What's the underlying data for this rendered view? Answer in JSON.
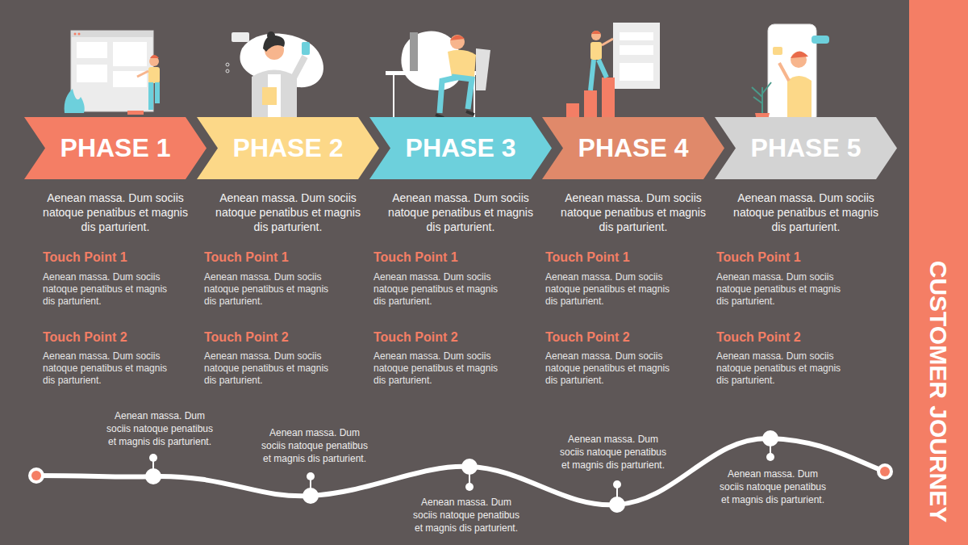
{
  "diagram": {
    "title": "CUSTOMER JOURNEY",
    "nodes": [
      {
        "text": [
          "PHASE 1"
        ]
      },
      {
        "text": [
          "PHASE 2"
        ]
      },
      {
        "text": [
          "PHASE 3"
        ]
      },
      {
        "text": [
          "PHASE 4"
        ]
      },
      {
        "text": [
          "PHASE 5"
        ]
      }
    ],
    "labels": [
      "Aenean massa. Dum sociis natoque penatibus et magnis dis parturient.",
      "Touch Point 1",
      "Aenean massa. Dum sociis natoque penatibus et magnis dis parturient.",
      "Touch Point 2",
      "Aenean massa. Dum sociis natoque penatibus et magnis dis parturient.",
      "Aenean massa. Dum sociis natoque penatibus et magnis dis parturient.",
      "Touch Point 1",
      "Aenean massa. Dum sociis natoque penatibus et magnis dis parturient.",
      "Touch Point 2",
      "Aenean massa. Dum sociis natoque penatibus et magnis dis parturient.",
      "Aenean massa. Dum sociis natoque penatibus et magnis dis parturient.",
      "Touch Point 1",
      "Aenean massa. Dum sociis natoque penatibus et magnis dis parturient.",
      "Touch Point 2",
      "Aenean massa. Dum sociis natoque penatibus et magnis dis parturient.",
      "Aenean massa. Dum sociis natoque penatibus et magnis dis parturient.",
      "Touch Point 1",
      "Aenean massa. Dum sociis natoque penatibus et magnis dis parturient.",
      "Touch Point 2",
      "Aenean massa. Dum sociis natoque penatibus et magnis dis parturient.",
      "Aenean massa. Dum sociis natoque penatibus et magnis dis parturient.",
      "Touch Point 1",
      "Aenean massa. Dum sociis natoque penatibus et magnis dis parturient.",
      "Touch Point 2",
      "Aenean massa. Dum sociis natoque penatibus et magnis dis parturient.",
      "Aenean massa. Dum sociis natoque penatibus et magnis dis parturient.",
      "Aenean massa. Dum sociis natoque penatibus et magnis dis parturient.",
      "Aenean massa. Dum sociis natoque penatibus et magnis dis parturient.",
      "Aenean massa. Dum sociis natoque penatibus et magnis dis parturient.",
      "Aenean massa. Dum sociis natoque penatibus et magnis dis parturient."
    ]
  }
}
